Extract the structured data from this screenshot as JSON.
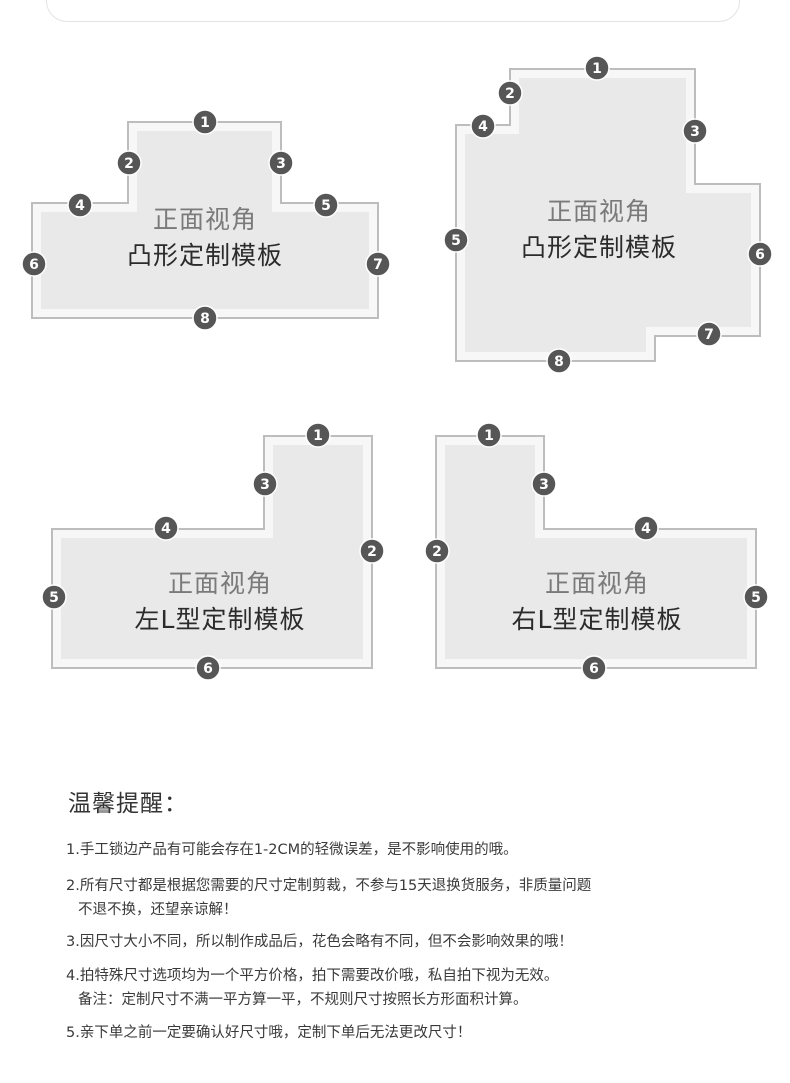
{
  "diagrams": [
    {
      "id": "convex-small",
      "subtitle": "正面视角",
      "title": "凸形定制模板",
      "labels": [
        "1",
        "2",
        "3",
        "4",
        "5",
        "6",
        "7",
        "8"
      ]
    },
    {
      "id": "convex-large",
      "subtitle": "正面视角",
      "title": "凸形定制模板",
      "labels": [
        "1",
        "2",
        "3",
        "4",
        "5",
        "6",
        "7",
        "8"
      ]
    },
    {
      "id": "left-l",
      "subtitle": "正面视角",
      "title": "左L型定制模板",
      "labels": [
        "1",
        "2",
        "3",
        "4",
        "5",
        "6"
      ]
    },
    {
      "id": "right-l",
      "subtitle": "正面视角",
      "title": "右L型定制模板",
      "labels": [
        "1",
        "2",
        "3",
        "4",
        "5",
        "6"
      ]
    }
  ],
  "notes": {
    "title": "温馨提醒：",
    "items": [
      {
        "line1": "1.手工锁边产品有可能会存在1-2CM的轻微误差，是不影响使用的哦。"
      },
      {
        "line1": "2.所有尺寸都是根据您需要的尺寸定制剪裁，不参与15天退换货服务，非质量问题",
        "line2": "不退不换，还望亲谅解！"
      },
      {
        "line1": "3.因尺寸大小不同，所以制作成品后，花色会略有不同，但不会影响效果的哦！"
      },
      {
        "line1": "4.拍特殊尺寸选项均为一个平方价格，拍下需要改价哦，私自拍下视为无效。",
        "line2": "备注：定制尺寸不满一平方算一平，不规则尺寸按照长方形面积计算。"
      },
      {
        "line1": "5.亲下单之前一定要确认好尺寸哦，定制下单后无法更改尺寸！"
      }
    ]
  },
  "colors": {
    "outline": "#bdbdbd",
    "fill": "#e9e9e9",
    "badge": "#565656",
    "badge_text": "#ffffff"
  }
}
